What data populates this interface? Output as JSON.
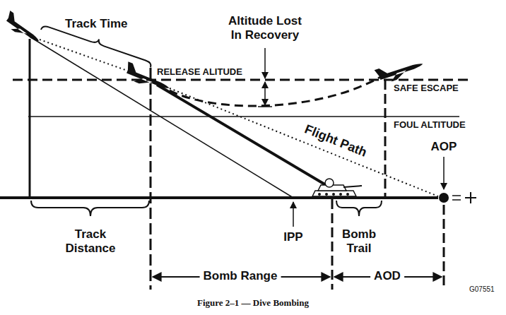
{
  "diagram": {
    "caption": "Figure 2–1 — Dive Bombing",
    "labels": [
      "Track Time",
      "Altitude Lost In Recovery",
      "RELEASE ALITUDE",
      "SAFE ESCAPE",
      "FOUL ALTITUDE",
      "Flight Path",
      "AOP",
      "Track Distance",
      "IPP",
      "Bomb Trail",
      "Bomb Range",
      "AOD",
      "G07551"
    ]
  }
}
